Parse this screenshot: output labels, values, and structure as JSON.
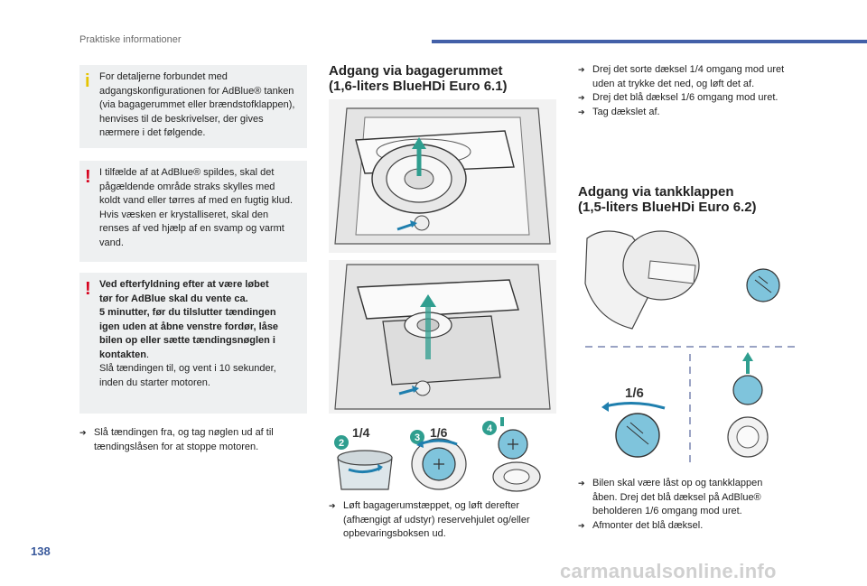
{
  "header": {
    "section": "Praktiske informationer"
  },
  "page_number": "138",
  "watermark": "carmanualsonline.info",
  "notes": {
    "info": {
      "line1": "For detaljerne forbundet med",
      "line2": "adgangskonfigurationen for AdBlue® tanken",
      "line3": "(via bagagerummet eller brændstofklappen),",
      "line4": "henvises til de beskrivelser, der gives",
      "line5": "nærmere i det følgende."
    },
    "warn1": {
      "line1": "I tilfælde af at AdBlue® spildes, skal det",
      "line2": "pågældende område straks skylles med",
      "line3": "koldt vand eller tørres af med en fugtig klud.",
      "line4": "Hvis væsken er krystalliseret, skal den",
      "line5": "renses af ved hjælp af en svamp og varmt",
      "line6": "vand."
    },
    "warn2": {
      "line1": "Ved efterfyldning efter at være løbet",
      "line2": "tør for AdBlue skal du vente ca.",
      "line3": "5 minutter, før du tilslutter tændingen",
      "line4": "igen uden at åbne venstre fordør, låse",
      "line5": "bilen op eller sætte tændingsnøglen i",
      "line6": "kontakten",
      "line6_end": ".",
      "line7": "Slå tændingen til, og vent i 10 sekunder,",
      "line8": "inden du starter motoren."
    }
  },
  "left_bullet": {
    "line1": "Slå tændingen fra, og tag nøglen ud af til",
    "line2": "tændingslåsen for at stoppe motoren."
  },
  "section_trunk": {
    "title_line1": "Adgang via bagagerummet",
    "title_line2": "(1,6-liters BlueHDi Euro 6.1)",
    "labels": {
      "quarter": "1/4",
      "sixth": "1/6",
      "step2": "2",
      "step3": "3",
      "step4": "4"
    },
    "caption": {
      "line1": "Løft bagagerumstæppet, og løft derefter",
      "line2": "(afhængigt af udstyr) reservehjulet og/eller",
      "line3": "opbevaringsboksen ud."
    }
  },
  "right_top_bullets": {
    "b1_line1": "Drej det sorte dæksel 1/4 omgang mod uret",
    "b1_line2": "uden at trykke det ned, og løft det af.",
    "b2": "Drej det blå dæksel 1/6 omgang mod uret.",
    "b3": "Tag dækslet af."
  },
  "section_flap": {
    "title_line1": "Adgang via tankklappen",
    "title_line2": "(1,5-liters BlueHDi Euro 6.2)",
    "label_sixth": "1/6",
    "caption": {
      "b1_line1": "Bilen skal være låst op og tankklappen",
      "b1_line2": "åben. Drej det blå dæksel på AdBlue®",
      "b1_line3": "beholderen 1/6 omgang mod uret.",
      "b2": "Afmonter det blå dæksel."
    }
  },
  "colors": {
    "accent": "#4360a8",
    "warning": "#d6001c",
    "info": "#e6c400",
    "cap_blue": "#7fc4dc",
    "arrow_green": "#2f9e8f"
  }
}
